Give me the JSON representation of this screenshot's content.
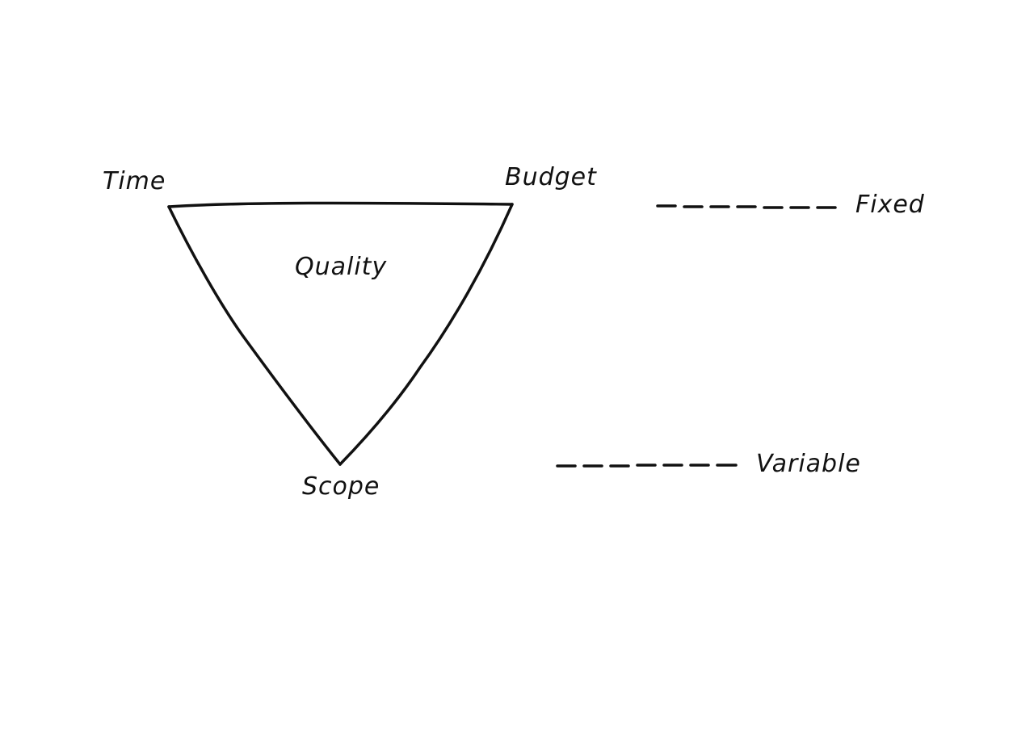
{
  "diagram": {
    "vertices": {
      "top_left": "Time",
      "top_right": "Budget",
      "bottom": "Scope"
    },
    "center_label": "Quality",
    "legend": [
      {
        "label": "Fixed",
        "style": "dashed"
      },
      {
        "label": "Variable",
        "style": "dashed"
      }
    ]
  },
  "colors": {
    "ink": "#111111",
    "background": "#ffffff"
  }
}
